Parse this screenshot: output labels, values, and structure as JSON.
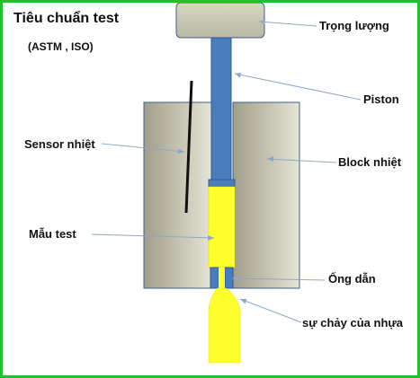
{
  "title": "Tiêu chuẩn test",
  "subtitle": "(ASTM , ISO)",
  "labels": {
    "weight": "Trọng lượng",
    "piston": "Piston",
    "thermal_sensor": "Sensor nhiệt",
    "heat_block": "Block nhiệt",
    "test_sample": "Mẫu test",
    "nozzle": "Ống dẫn",
    "melt_flow": "sự chảy của nhựa"
  },
  "colors": {
    "frame": "#21c12b",
    "weight_fill": "#c9c8b4",
    "block_fill_dark": "#9d9a86",
    "block_fill_light": "#e8e6d8",
    "piston_fill": "#4a7dbd",
    "sample_fill": "#ffff2d",
    "sensor": "#111111",
    "leader_line": "#8fa8c8"
  }
}
